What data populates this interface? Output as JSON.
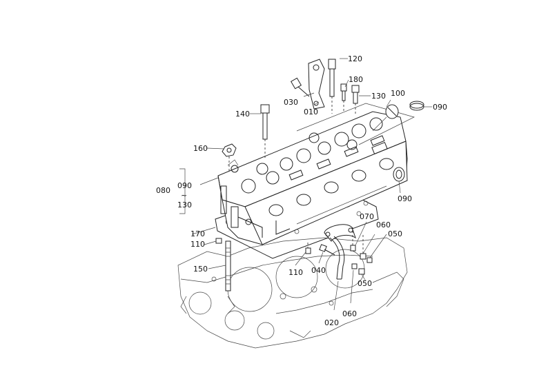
{
  "diagram": {
    "callouts": {
      "p010": "010",
      "p020": "020",
      "p030": "030",
      "p040": "040",
      "p050a": "050",
      "p050b": "050",
      "p060a": "060",
      "p060b": "060",
      "p070": "070",
      "p080": "080",
      "p090a": "090",
      "p090b": "090",
      "p090c": "090",
      "p100": "100",
      "p110a": "110",
      "p110b": "110",
      "p120": "120",
      "p130a": "130",
      "p130b": "130",
      "p140": "140",
      "p150": "150",
      "p160": "160",
      "p170": "170",
      "p180": "180",
      "tilde": "~"
    },
    "colors": {
      "line": "#222222",
      "background": "#ffffff"
    }
  }
}
